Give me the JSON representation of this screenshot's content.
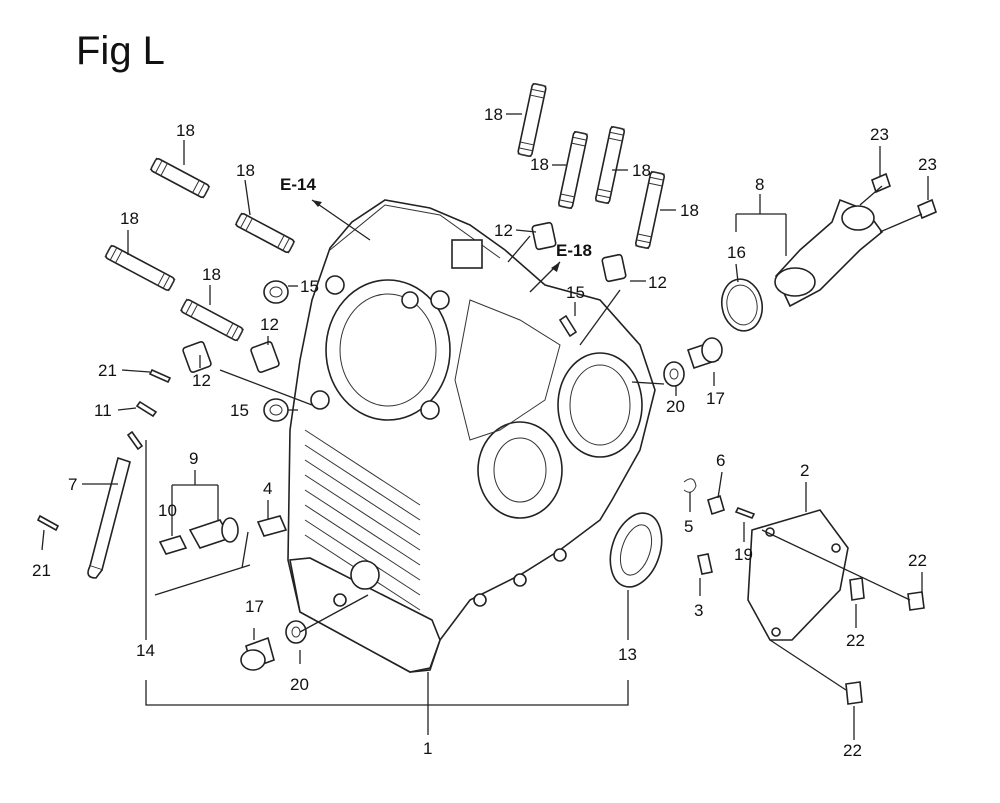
{
  "figure": {
    "title": "Fig L"
  },
  "references": [
    {
      "id": "ref-e14",
      "label": "E-14"
    },
    {
      "id": "ref-e18",
      "label": "E-18"
    }
  ],
  "callouts": [
    {
      "id": "c18a",
      "label": "18"
    },
    {
      "id": "c18b",
      "label": "18"
    },
    {
      "id": "c18c",
      "label": "18"
    },
    {
      "id": "c18d",
      "label": "18"
    },
    {
      "id": "c18e",
      "label": "18"
    },
    {
      "id": "c18f",
      "label": "18"
    },
    {
      "id": "c18g",
      "label": "18"
    },
    {
      "id": "c18h",
      "label": "18"
    },
    {
      "id": "c12a",
      "label": "12"
    },
    {
      "id": "c12b",
      "label": "12"
    },
    {
      "id": "c12c",
      "label": "12"
    },
    {
      "id": "c12d",
      "label": "12"
    },
    {
      "id": "c15a",
      "label": "15"
    },
    {
      "id": "c15b",
      "label": "15"
    },
    {
      "id": "c15c",
      "label": "15"
    },
    {
      "id": "c21a",
      "label": "21"
    },
    {
      "id": "c21b",
      "label": "21"
    },
    {
      "id": "c11",
      "label": "11"
    },
    {
      "id": "c7",
      "label": "7"
    },
    {
      "id": "c9",
      "label": "9"
    },
    {
      "id": "c10",
      "label": "10"
    },
    {
      "id": "c4",
      "label": "4"
    },
    {
      "id": "c14",
      "label": "14"
    },
    {
      "id": "c17a",
      "label": "17"
    },
    {
      "id": "c17b",
      "label": "17"
    },
    {
      "id": "c20a",
      "label": "20"
    },
    {
      "id": "c20b",
      "label": "20"
    },
    {
      "id": "c1",
      "label": "1"
    },
    {
      "id": "c13",
      "label": "13"
    },
    {
      "id": "c8",
      "label": "8"
    },
    {
      "id": "c16",
      "label": "16"
    },
    {
      "id": "c23a",
      "label": "23"
    },
    {
      "id": "c23b",
      "label": "23"
    },
    {
      "id": "c6",
      "label": "6"
    },
    {
      "id": "c5",
      "label": "5"
    },
    {
      "id": "c3",
      "label": "3"
    },
    {
      "id": "c19",
      "label": "19"
    },
    {
      "id": "c2",
      "label": "2"
    },
    {
      "id": "c22a",
      "label": "22"
    },
    {
      "id": "c22b",
      "label": "22"
    },
    {
      "id": "c22c",
      "label": "22"
    }
  ]
}
